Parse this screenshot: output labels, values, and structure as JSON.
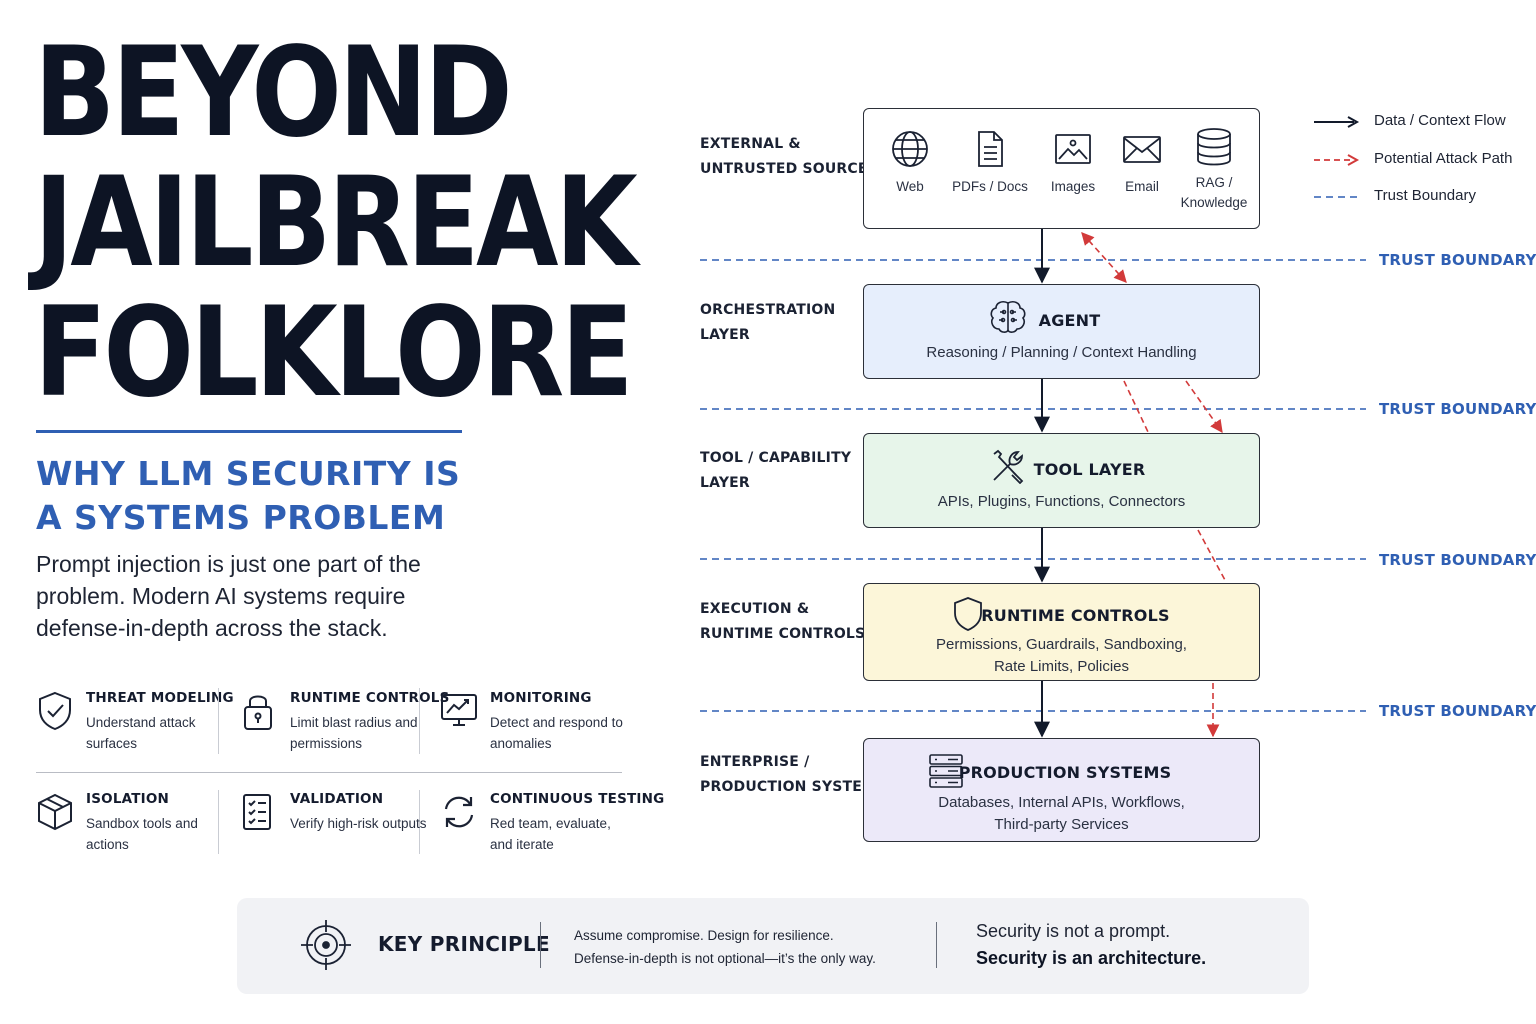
{
  "title": {
    "line1": "BEYOND",
    "line2": "JAILBREAK",
    "line3": "FOLKLORE"
  },
  "subtitle": {
    "line1": "WHY LLM SECURITY IS",
    "line2": "A SYSTEMS PROBLEM"
  },
  "intro": "Prompt injection is just one part of the problem. Modern AI systems require defense-in-depth across the stack.",
  "practices": [
    {
      "icon": "shield-check-icon",
      "title": "THREAT MODELING",
      "desc": "Understand attack surfaces"
    },
    {
      "icon": "padlock-icon",
      "title": "RUNTIME CONTROLS",
      "desc": "Limit blast radius and permissions"
    },
    {
      "icon": "monitor-chart-icon",
      "title": "MONITORING",
      "desc": "Detect and respond to anomalies"
    },
    {
      "icon": "cube-icon",
      "title": "ISOLATION",
      "desc": "Sandbox tools and actions"
    },
    {
      "icon": "checklist-icon",
      "title": "VALIDATION",
      "desc": "Verify high-risk outputs"
    },
    {
      "icon": "refresh-icon",
      "title": "CONTINUOUS TESTING",
      "desc": "Red team, evaluate, and iterate"
    }
  ],
  "layers": [
    {
      "label1": "EXTERNAL &",
      "label2": "UNTRUSTED SOURCES"
    },
    {
      "label1": "ORCHESTRATION",
      "label2": "LAYER",
      "title": "AGENT",
      "desc": "Reasoning / Planning / Context Handling",
      "icon": "brain-icon",
      "color": "#e6eefc"
    },
    {
      "label1": "TOOL / CAPABILITY",
      "label2": "LAYER",
      "title": "TOOL LAYER",
      "desc": "APIs, Plugins, Functions, Connectors",
      "icon": "tools-icon",
      "color": "#e7f5ea"
    },
    {
      "label1": "EXECUTION &",
      "label2": "RUNTIME CONTROLS",
      "title": "RUNTIME CONTROLS",
      "desc1": "Permissions, Guardrails, Sandboxing,",
      "desc2": "Rate Limits, Policies",
      "icon": "shield-icon",
      "color": "#fcf6d9"
    },
    {
      "label1": "ENTERPRISE /",
      "label2": "PRODUCTION SYSTEMS",
      "title": "PRODUCTION SYSTEMS",
      "desc1": "Databases, Internal APIs, Workflows,",
      "desc2": "Third-party Services",
      "icon": "server-icon",
      "color": "#ece9f9"
    }
  ],
  "sources": [
    {
      "label": "Web",
      "icon": "globe-icon"
    },
    {
      "label": "PDFs / Docs",
      "icon": "document-icon"
    },
    {
      "label": "Images",
      "icon": "image-icon"
    },
    {
      "label": "Email",
      "icon": "envelope-icon"
    },
    {
      "label1": "RAG /",
      "label2": "Knowledge",
      "icon": "database-icon"
    }
  ],
  "trust_boundary_label": "TRUST BOUNDARY",
  "legend": {
    "flow": "Data / Context Flow",
    "attack": "Potential Attack Path",
    "boundary": "Trust Boundary"
  },
  "colors": {
    "accent": "#2f5fb3",
    "attack": "#d23a3a",
    "ink": "#121a2b"
  },
  "key_principle": {
    "title": "KEY PRINCIPLE",
    "line1": "Assume compromise. Design for resilience.",
    "line2": "Defense-in-depth is not optional—it’s the only way.",
    "close1": "Security is not a prompt.",
    "close2": "Security is an architecture."
  }
}
